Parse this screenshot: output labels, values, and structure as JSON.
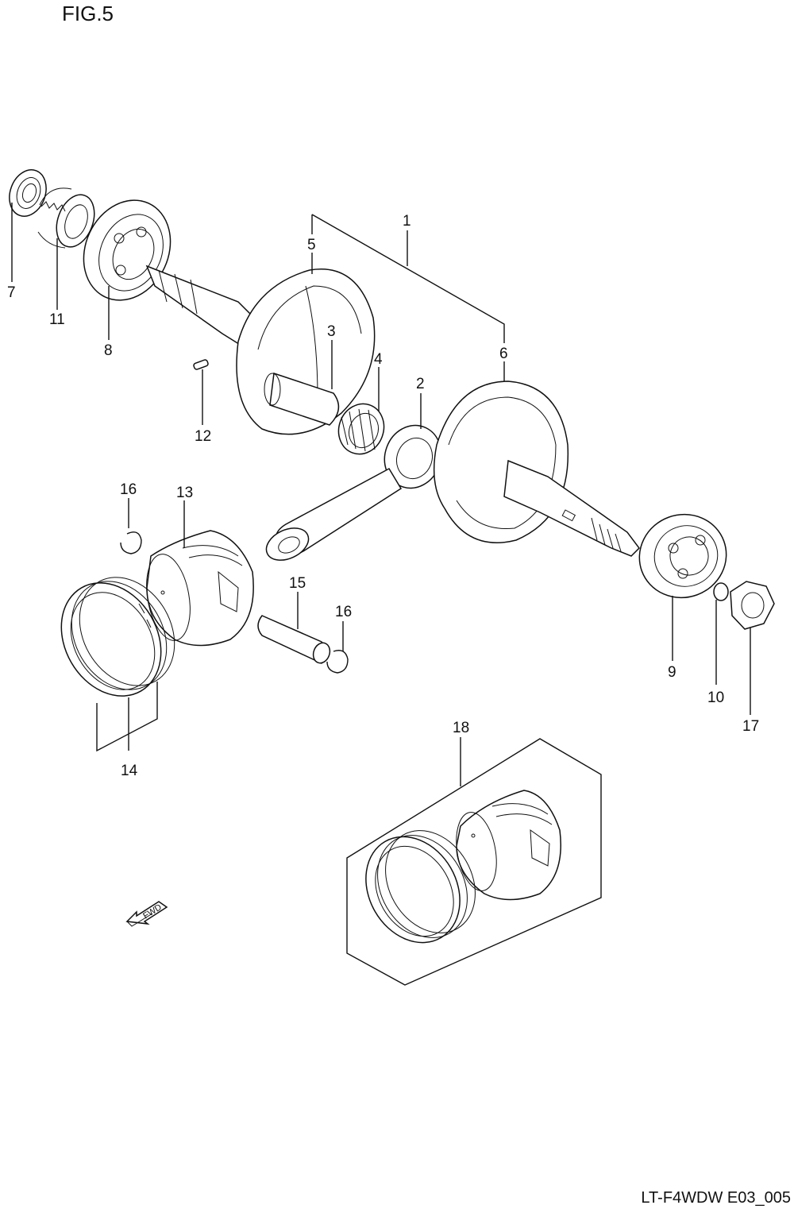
{
  "figure": {
    "title": "FIG.5",
    "footer_code": "LT-F4WDW E03_005",
    "fwd_label": "FWD"
  },
  "callouts": [
    {
      "id": "1",
      "label": "1"
    },
    {
      "id": "2",
      "label": "2"
    },
    {
      "id": "3",
      "label": "3"
    },
    {
      "id": "4",
      "label": "4"
    },
    {
      "id": "5",
      "label": "5"
    },
    {
      "id": "6",
      "label": "6"
    },
    {
      "id": "7",
      "label": "7"
    },
    {
      "id": "8",
      "label": "8"
    },
    {
      "id": "9",
      "label": "9"
    },
    {
      "id": "10",
      "label": "10"
    },
    {
      "id": "11",
      "label": "11"
    },
    {
      "id": "12",
      "label": "12"
    },
    {
      "id": "13",
      "label": "13"
    },
    {
      "id": "14",
      "label": "14"
    },
    {
      "id": "15",
      "label": "15"
    },
    {
      "id": "16a",
      "label": "16"
    },
    {
      "id": "16b",
      "label": "16"
    },
    {
      "id": "17",
      "label": "17"
    },
    {
      "id": "18",
      "label": "18"
    }
  ]
}
